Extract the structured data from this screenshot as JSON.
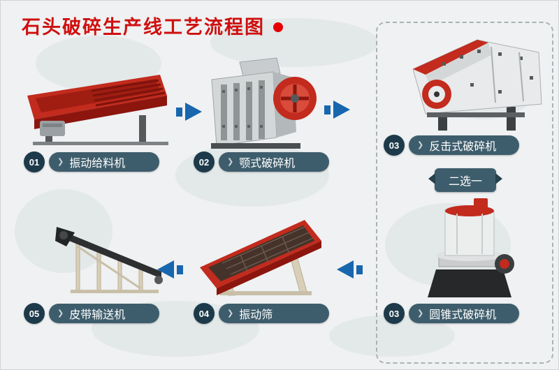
{
  "page": {
    "title": "石头破碎生产线工艺流程图"
  },
  "icons": {
    "chevron": "❯"
  },
  "choice": {
    "label": "二选一"
  },
  "steps": [
    {
      "id": "feeder",
      "num": "01",
      "label": "振动给料机"
    },
    {
      "id": "jaw",
      "num": "02",
      "label": "颚式破碎机"
    },
    {
      "id": "impact",
      "num": "03",
      "label": "反击式破碎机"
    },
    {
      "id": "cone",
      "num": "03",
      "label": "圆锥式破碎机"
    },
    {
      "id": "screen",
      "num": "04",
      "label": "振动筛"
    },
    {
      "id": "belt",
      "num": "05",
      "label": "皮带输送机"
    }
  ],
  "colors": {
    "title": "#cf0f0f",
    "arrow": "#1766ae",
    "label_pill": "#3e5d6c",
    "number_badge": "#1c3a49",
    "machine_red": "#c22b1d",
    "background": "#eff1f2"
  }
}
